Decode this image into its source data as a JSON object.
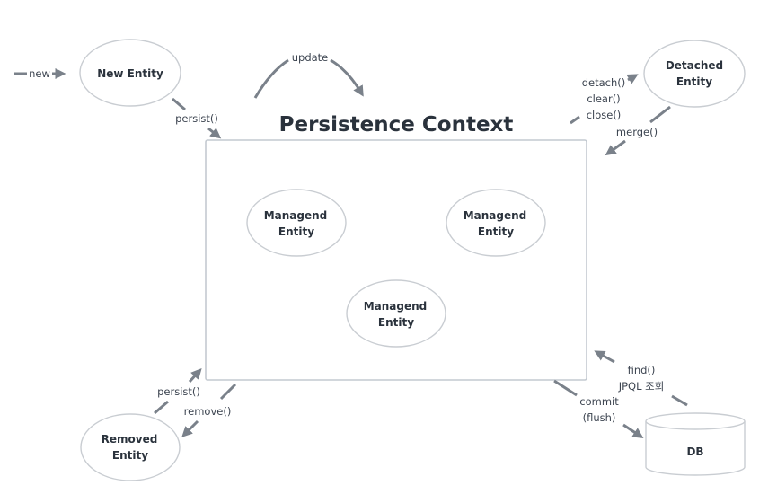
{
  "title": "Persistence Context",
  "colors": {
    "text": "#2a323c",
    "arrow": "#7a818a",
    "border": "#c4cad1",
    "background": "#ffffff"
  },
  "nodes": {
    "new_entity": [
      "New Entity"
    ],
    "detached_entity": [
      "Detached",
      "Entity"
    ],
    "managed_1": [
      "Managend",
      "Entity"
    ],
    "managed_2": [
      "Managend",
      "Entity"
    ],
    "managed_3": [
      "Managend",
      "Entity"
    ],
    "removed_entity": [
      "Removed",
      "Entity"
    ],
    "db": [
      "DB"
    ]
  },
  "edges": {
    "new": [
      "new"
    ],
    "update": [
      "update"
    ],
    "persist_new": [
      "persist()"
    ],
    "detach": [
      "detach()",
      "clear()",
      "close()"
    ],
    "merge": [
      "merge()"
    ],
    "persist_removed": [
      "persist()"
    ],
    "remove": [
      "remove()"
    ],
    "find": [
      "find()",
      "JPQL 조회"
    ],
    "commit": [
      "commit",
      "(flush)"
    ]
  }
}
